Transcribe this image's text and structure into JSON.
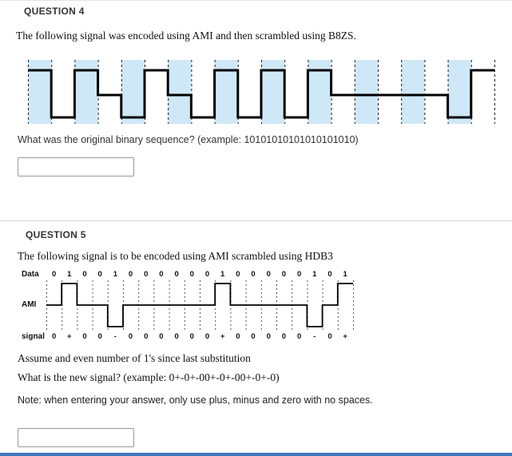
{
  "page": {
    "accent_color": "#3f76bf",
    "waveform_shade_color": "#cfe8f7"
  },
  "question4": {
    "header": "QUESTION 4",
    "prompt": "The following signal was encoded using AMI and then scrambled using B8ZS.",
    "question": "What was the original binary sequence? (example: 10101010101010101010)",
    "answer_value": "",
    "waveform": {
      "type": "line",
      "bits": 20,
      "levels": [
        1,
        -1,
        1,
        0,
        -1,
        1,
        0,
        -1,
        1,
        -1,
        1,
        -1,
        1,
        0,
        0,
        0,
        0,
        0,
        -1,
        1
      ]
    }
  },
  "question5": {
    "header": "QUESTION 5",
    "prompt": "The following signal is to be encoded using AMI scrambled using HDB3",
    "data_label": "Data",
    "ami_label": "AMI",
    "signal_label": "signal",
    "data_bits": [
      "0",
      "1",
      "0",
      "0",
      "1",
      "0",
      "0",
      "0",
      "0",
      "0",
      "0",
      "1",
      "0",
      "0",
      "0",
      "0",
      "0",
      "1",
      "0",
      "1"
    ],
    "signal_values": [
      "0",
      "+",
      "0",
      "0",
      "-",
      "0",
      "0",
      "0",
      "0",
      "0",
      "0",
      "+",
      "0",
      "0",
      "0",
      "0",
      "0",
      "-",
      "0",
      "+"
    ],
    "ami_waveform": {
      "type": "line",
      "bits": 20,
      "levels": [
        0,
        1,
        0,
        0,
        -1,
        0,
        0,
        0,
        0,
        0,
        0,
        1,
        0,
        0,
        0,
        0,
        0,
        -1,
        0,
        1
      ]
    },
    "assumption": "Assume and even number of 1's since last substitution",
    "question": "What is the new signal?  (example: 0+-0+-00+-0+-00+-0+-0)",
    "note": "Note: when entering your answer, only use plus, minus and zero with no spaces.",
    "answer_value": ""
  }
}
